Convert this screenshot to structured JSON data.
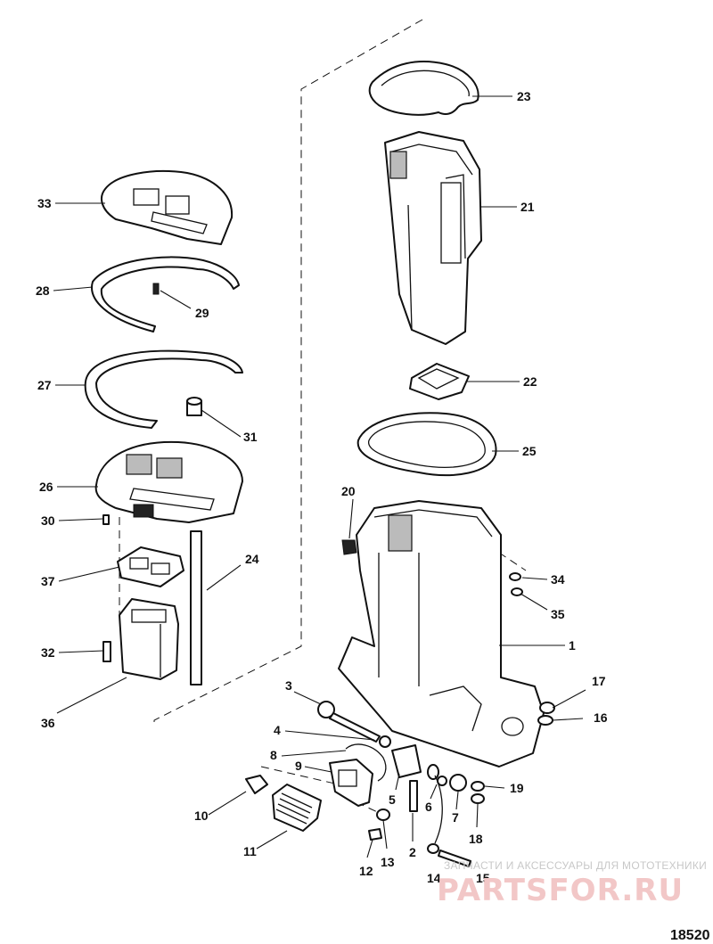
{
  "callouts": {
    "c1": "1",
    "c2": "2",
    "c3": "3",
    "c4": "4",
    "c5": "5",
    "c6": "6",
    "c7": "7",
    "c8": "8",
    "c9": "9",
    "c10": "10",
    "c11": "11",
    "c12": "12",
    "c13": "13",
    "c14": "14",
    "c15": "15",
    "c16": "16",
    "c17": "17",
    "c18": "18",
    "c19": "19",
    "c20": "20",
    "c21": "21",
    "c22": "22",
    "c23": "23",
    "c24": "24",
    "c25": "25",
    "c26": "26",
    "c27": "27",
    "c28": "28",
    "c29": "29",
    "c30": "30",
    "c31": "31",
    "c32": "32",
    "c33": "33",
    "c34": "34",
    "c35": "35",
    "c36": "36",
    "c37": "37"
  },
  "watermark": {
    "caption": "ЗАПЧАСТИ И АКСЕССУАРЫ ДЛЯ МОТОТЕХНИКИ",
    "logo": "PARTSFOR.RU"
  },
  "figure_number": "18520"
}
